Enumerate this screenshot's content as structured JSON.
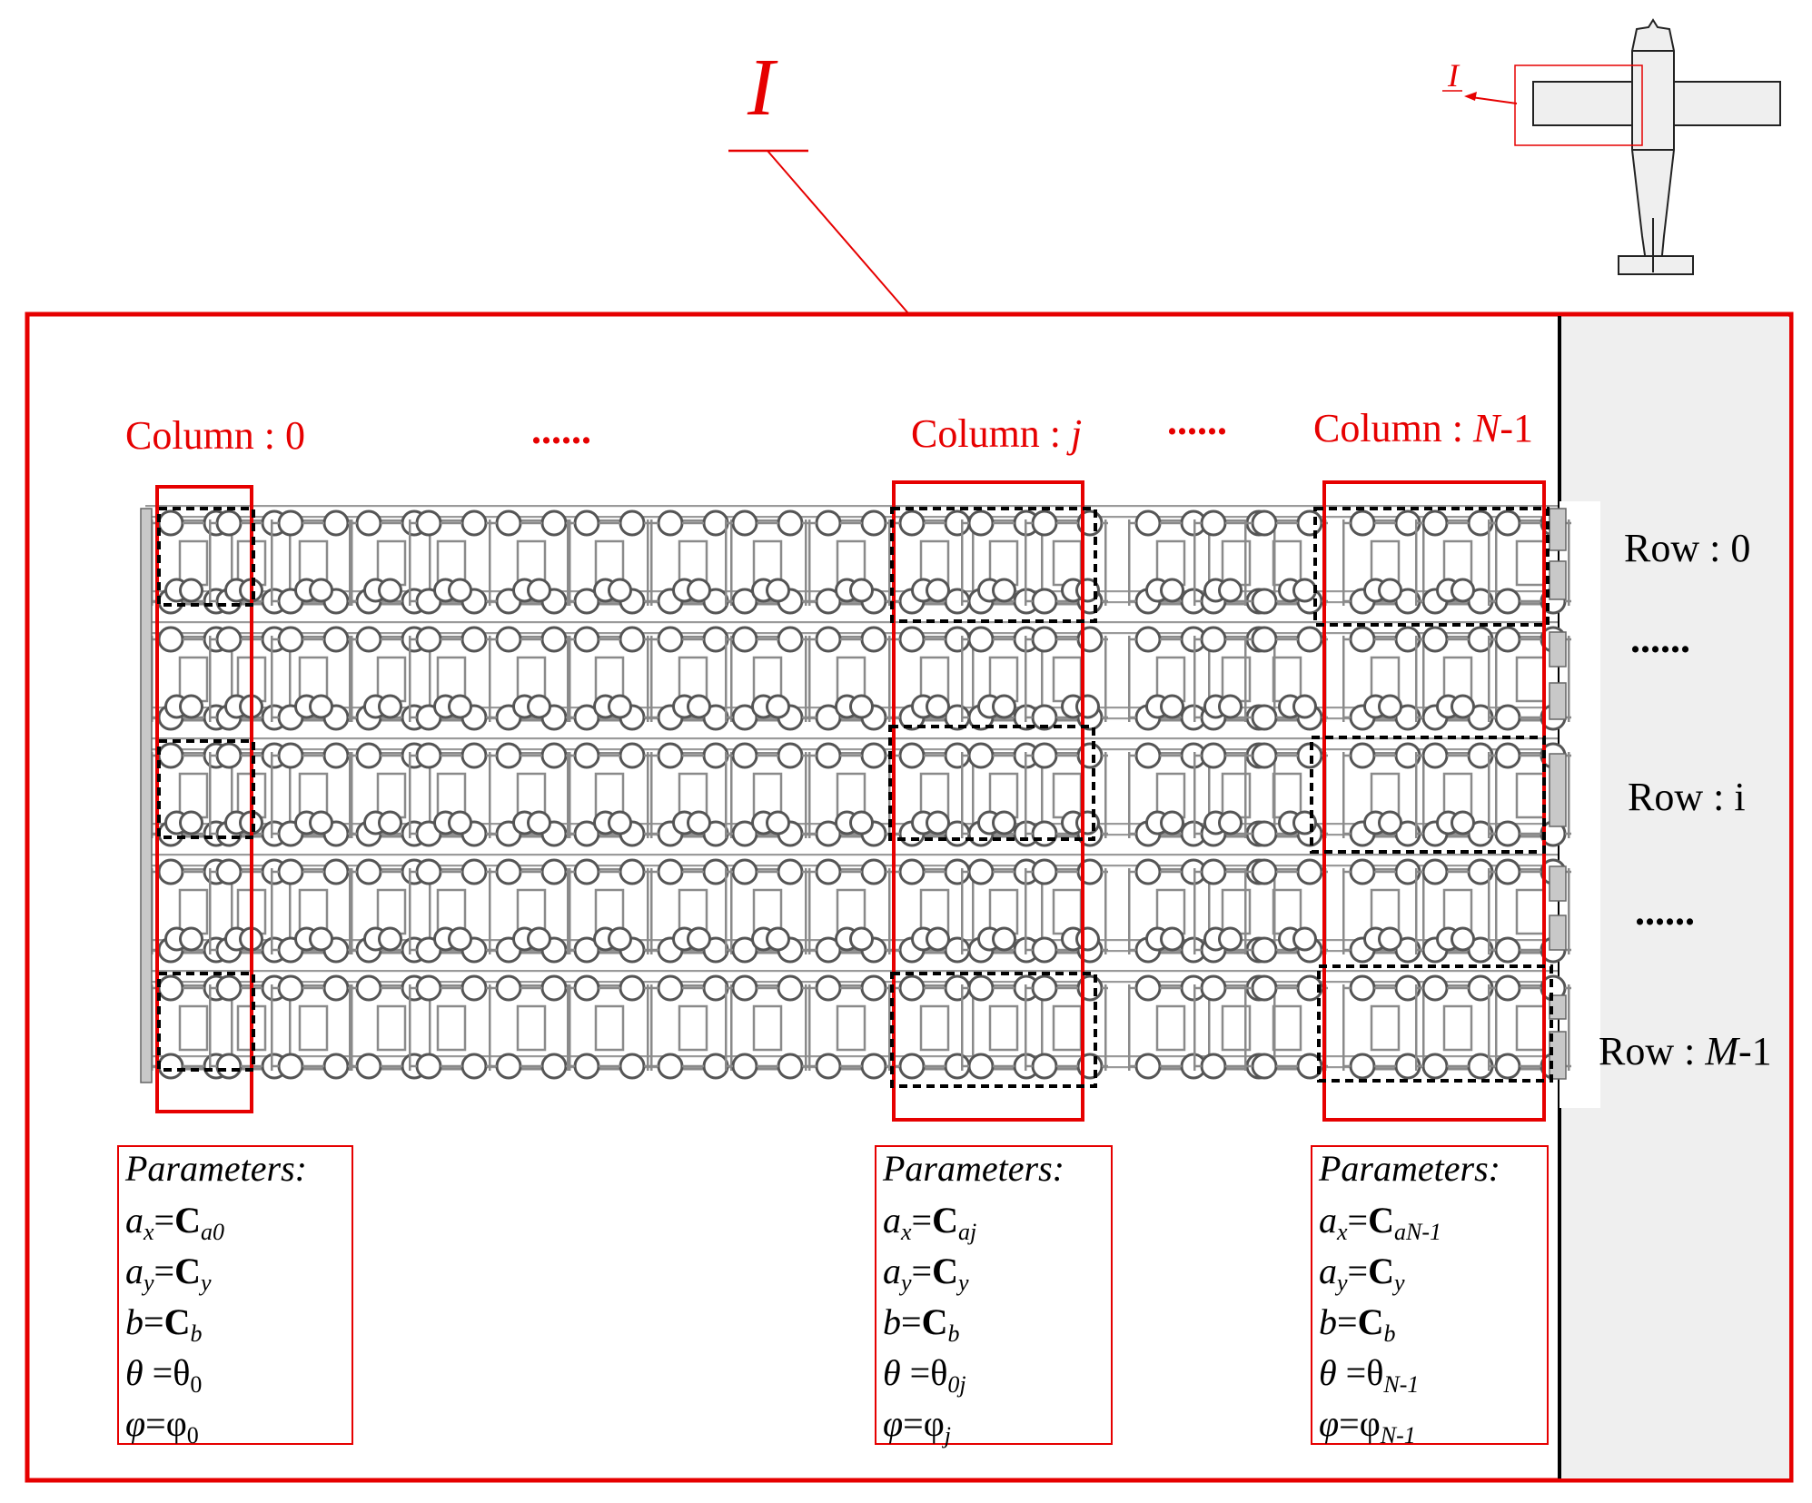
{
  "callout": {
    "label": "I"
  },
  "inset": {
    "label": "I"
  },
  "columns": [
    {
      "prefix": "Column : ",
      "suffix": "0",
      "suffix_italic": false
    },
    {
      "prefix": "Column : ",
      "suffix": "j",
      "suffix_italic": true
    },
    {
      "prefix": "Column : ",
      "suffix": "N",
      "suffix_italic": true,
      "tail": "-1"
    }
  ],
  "ellipsis": "......",
  "rows": [
    {
      "prefix": "Row : ",
      "suffix": "0",
      "suffix_italic": false
    },
    {
      "prefix": "Row : ",
      "suffix": "i",
      "suffix_italic": false
    },
    {
      "prefix": "Row : ",
      "suffix": "M",
      "suffix_italic": true,
      "tail": "-1"
    }
  ],
  "parameter_boxes": [
    {
      "title": "Parameters:",
      "ax": {
        "lhs": "a",
        "lhs_sub": "x",
        "rhs": "C",
        "rhs_sub": "a0"
      },
      "ay": {
        "lhs": "a",
        "lhs_sub": "y",
        "rhs": "C",
        "rhs_sub": "y"
      },
      "b": {
        "lhs": "b",
        "rhs": "C",
        "rhs_sub": "b"
      },
      "theta": {
        "lhs": "θ",
        "rhs": "θ",
        "rhs_sub": "0"
      },
      "phi": {
        "lhs": "φ",
        "rhs": "φ",
        "rhs_sub": "0"
      }
    },
    {
      "title": "Parameters:",
      "ax": {
        "lhs": "a",
        "lhs_sub": "x",
        "rhs": "C",
        "rhs_sub": "aj"
      },
      "ay": {
        "lhs": "a",
        "lhs_sub": "y",
        "rhs": "C",
        "rhs_sub": "y"
      },
      "b": {
        "lhs": "b",
        "rhs": "C",
        "rhs_sub": "b"
      },
      "theta": {
        "lhs": "θ",
        "rhs": "θ",
        "rhs_sub": "0j"
      },
      "phi": {
        "lhs": "φ",
        "rhs": "φ",
        "rhs_sub": "j"
      }
    },
    {
      "title": "Parameters:",
      "ax": {
        "lhs": "a",
        "lhs_sub": "x",
        "rhs": "C",
        "rhs_sub": "aN-1"
      },
      "ay": {
        "lhs": "a",
        "lhs_sub": "y",
        "rhs": "C",
        "rhs_sub": "y"
      },
      "b": {
        "lhs": "b",
        "rhs": "C",
        "rhs_sub": "b"
      },
      "theta": {
        "lhs": "θ",
        "rhs": "θ",
        "rhs_sub": "N-1"
      },
      "phi": {
        "lhs": "φ",
        "rhs": "φ",
        "rhs_sub": "N-1"
      }
    }
  ],
  "colors": {
    "accent": "#e60000",
    "panel": "#efefef",
    "structure": "#8a8a8a"
  }
}
